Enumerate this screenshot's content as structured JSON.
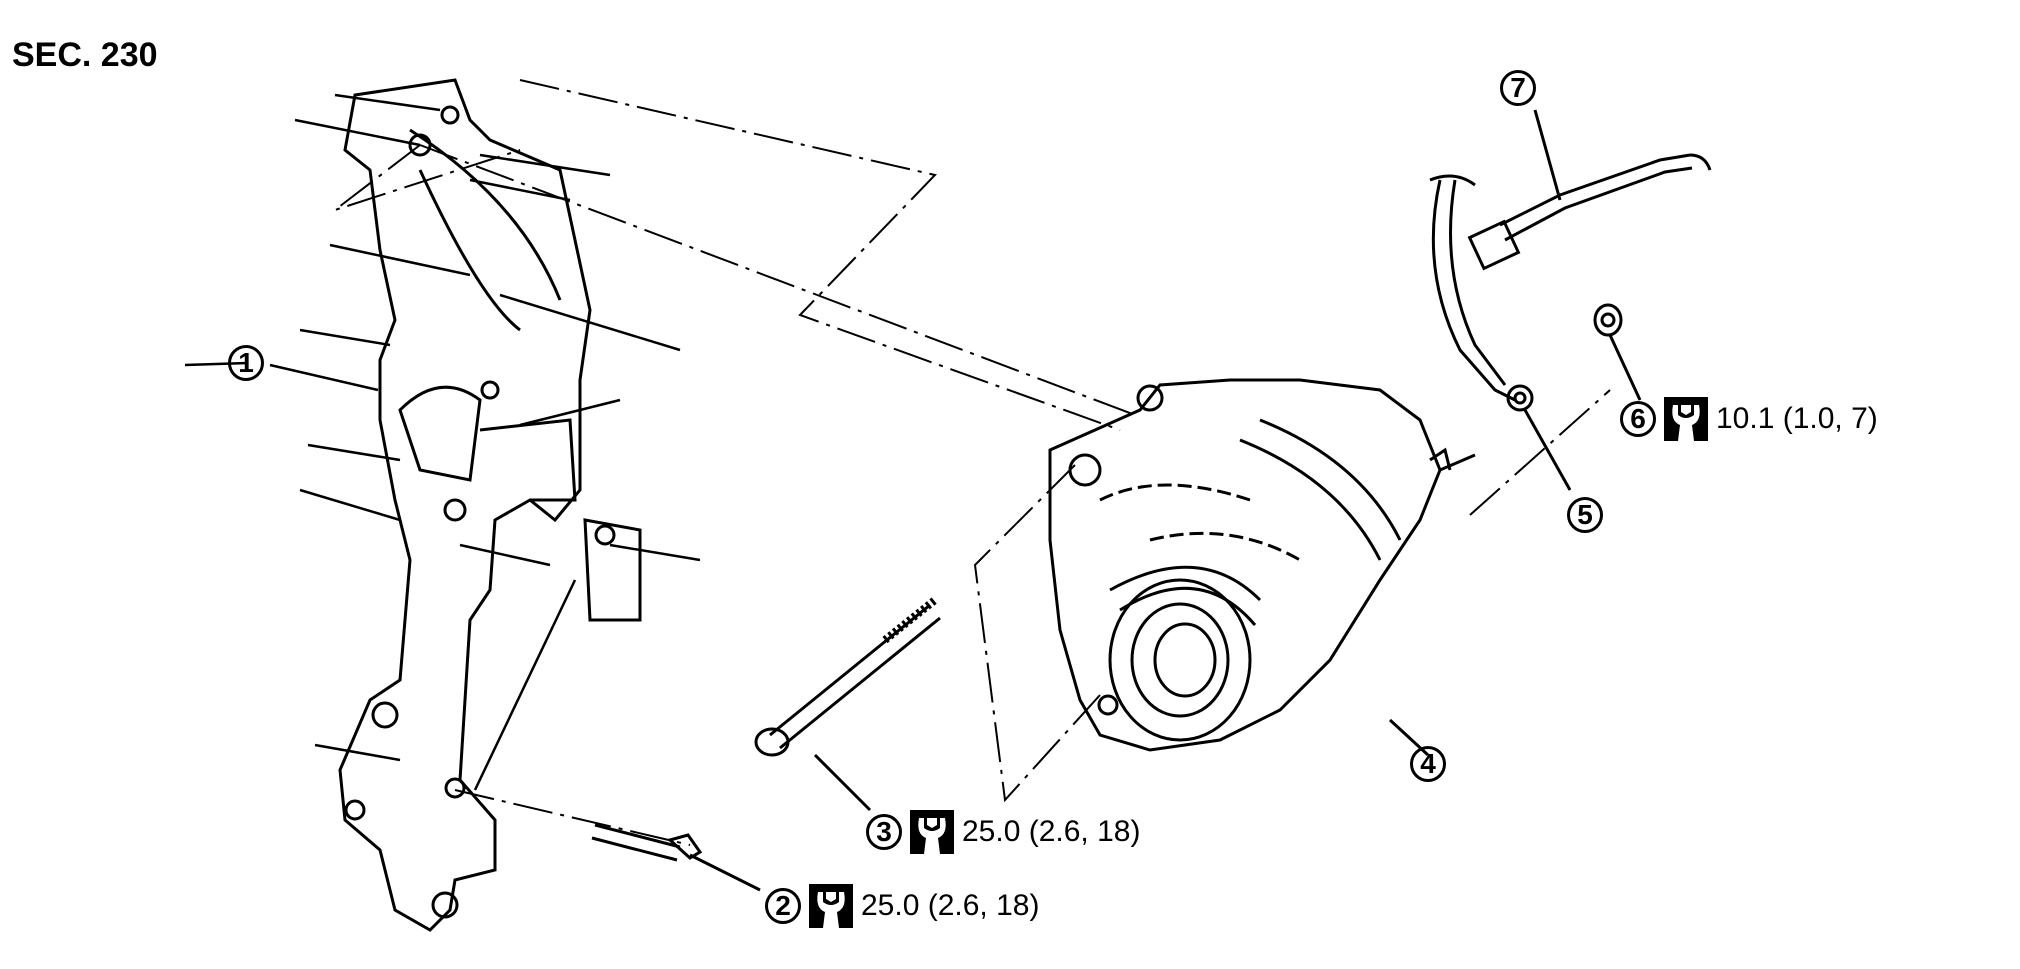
{
  "section_label": "SEC. 230",
  "parts": [
    {
      "number": "1",
      "torque": ""
    },
    {
      "number": "2",
      "torque": "25.0 (2.6, 18)"
    },
    {
      "number": "3",
      "torque": "25.0 (2.6, 18)"
    },
    {
      "number": "4",
      "torque": ""
    },
    {
      "number": "5",
      "torque": ""
    },
    {
      "number": "6",
      "torque": "10.1 (1.0, 7)"
    },
    {
      "number": "7",
      "torque": ""
    }
  ],
  "torque_icon": "tightening-torque-wrench-icon"
}
